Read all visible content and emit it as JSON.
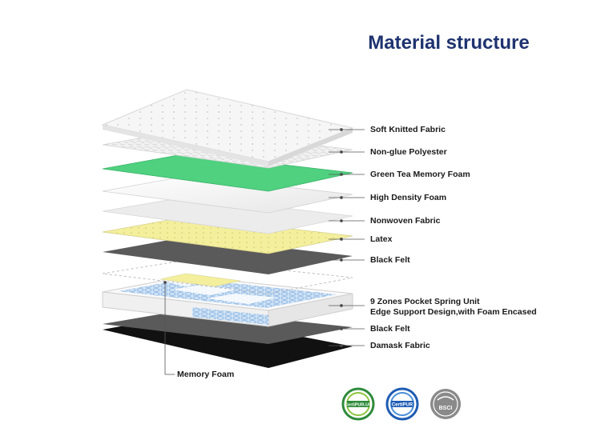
{
  "title": "Material structure",
  "layers": [
    {
      "name": "Soft Knitted Fabric"
    },
    {
      "name": "Non-glue Polyester"
    },
    {
      "name": "Green Tea Memory Foam"
    },
    {
      "name": "High Density Foam"
    },
    {
      "name": "Nonwoven Fabric"
    },
    {
      "name": "Latex"
    },
    {
      "name": "Black Felt"
    },
    {
      "name": "9 Zones Pocket Spring Unit",
      "line2": "Edge Support Design,with Foam Encased"
    },
    {
      "name": "Black Felt"
    },
    {
      "name": "Damask Fabric"
    }
  ],
  "memory_foam_label": "Memory Foam",
  "certifications": [
    {
      "text": "CertiPUR-US",
      "color": "#2e8b3a",
      "icon": "certipur-us-badge"
    },
    {
      "text": "CertiPUR",
      "color": "#1e5cb3",
      "icon": "certipur-badge"
    },
    {
      "text": "BSCI",
      "color": "#7a7a7a",
      "icon": "bsci-badge"
    }
  ],
  "colors": {
    "title": "#1f3370",
    "green_tea": "#4fd17f",
    "latex": "#f4ef9c",
    "black_felt": "#5a5a5a",
    "damask": "#111111"
  }
}
